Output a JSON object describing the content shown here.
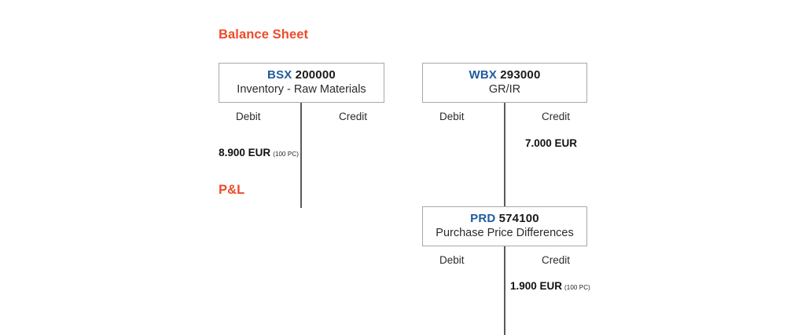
{
  "page": {
    "background_color": "#ffffff",
    "heading_color": "#ee4b2b",
    "account_code_color": "#1f5c9e",
    "border_color": "#a9a9a9",
    "stem_color": "#5a5a5a"
  },
  "sections": [
    {
      "label": "Balance Sheet"
    },
    {
      "label": "P&L"
    }
  ],
  "accounts": [
    {
      "code": "BSX",
      "number": "200000",
      "name": "Inventory - Raw Materials",
      "debit_label": "Debit",
      "credit_label": "Credit",
      "debit_amount": "8.900 EUR",
      "debit_qty": "(100 PC)",
      "credit_amount": "",
      "credit_qty": ""
    },
    {
      "code": "WBX",
      "number": "293000",
      "name": "GR/IR",
      "debit_label": "Debit",
      "credit_label": "Credit",
      "debit_amount": "",
      "debit_qty": "",
      "credit_amount": "7.000 EUR",
      "credit_qty": ""
    },
    {
      "code": "PRD",
      "number": "574100",
      "name": "Purchase Price Differences",
      "debit_label": "Debit",
      "credit_label": "Credit",
      "debit_amount": "",
      "debit_qty": "",
      "credit_amount": "1.900 EUR",
      "credit_qty": "(100 PC)"
    }
  ]
}
